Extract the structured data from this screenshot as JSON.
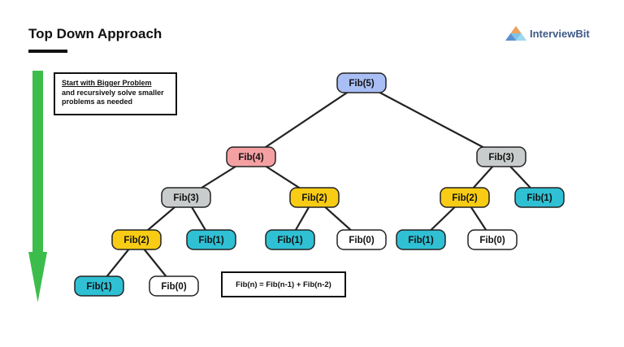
{
  "title": "Top Down Approach",
  "logo": {
    "text": "InterviewBit"
  },
  "note": {
    "line1": "Start with Bigger Problem",
    "line2": "and recursively solve smaller",
    "line3": "problems as needed"
  },
  "formula": "Fib(n) = Fib(n-1) + Fib(n-2)",
  "colors": {
    "blue": "#a9bef5",
    "pink": "#f4a0a3",
    "gray": "#c9cccc",
    "yellow": "#f8cc14",
    "teal": "#2fc0d4",
    "white": "#ffffff",
    "arrow": "#3cbd4b"
  },
  "tree": {
    "nodes": [
      {
        "id": "n1",
        "label": "Fib(5)",
        "color": "blue"
      },
      {
        "id": "n2",
        "label": "Fib(4)",
        "color": "pink"
      },
      {
        "id": "n3",
        "label": "Fib(3)",
        "color": "gray"
      },
      {
        "id": "n4",
        "label": "Fib(3)",
        "color": "gray"
      },
      {
        "id": "n5",
        "label": "Fib(2)",
        "color": "yellow"
      },
      {
        "id": "n6",
        "label": "Fib(2)",
        "color": "yellow"
      },
      {
        "id": "n7",
        "label": "Fib(1)",
        "color": "teal"
      },
      {
        "id": "n8",
        "label": "Fib(2)",
        "color": "yellow"
      },
      {
        "id": "n9",
        "label": "Fib(1)",
        "color": "teal"
      },
      {
        "id": "n10",
        "label": "Fib(1)",
        "color": "teal"
      },
      {
        "id": "n11",
        "label": "Fib(0)",
        "color": "white"
      },
      {
        "id": "n12",
        "label": "Fib(1)",
        "color": "teal"
      },
      {
        "id": "n13",
        "label": "Fib(0)",
        "color": "white"
      },
      {
        "id": "n14",
        "label": "Fib(1)",
        "color": "teal"
      },
      {
        "id": "n15",
        "label": "Fib(0)",
        "color": "white"
      }
    ],
    "edges": [
      [
        "n1",
        "n2"
      ],
      [
        "n1",
        "n3"
      ],
      [
        "n2",
        "n4"
      ],
      [
        "n2",
        "n5"
      ],
      [
        "n3",
        "n6"
      ],
      [
        "n3",
        "n7"
      ],
      [
        "n4",
        "n8"
      ],
      [
        "n4",
        "n9"
      ],
      [
        "n5",
        "n10"
      ],
      [
        "n5",
        "n11"
      ],
      [
        "n6",
        "n12"
      ],
      [
        "n6",
        "n13"
      ],
      [
        "n8",
        "n14"
      ],
      [
        "n8",
        "n15"
      ]
    ]
  }
}
